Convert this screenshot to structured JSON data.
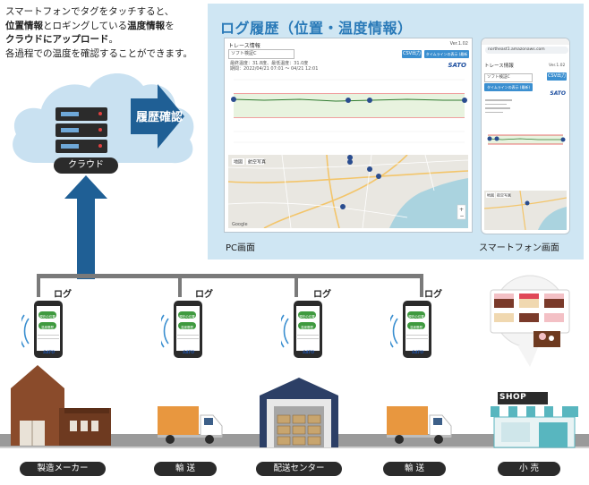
{
  "intro": {
    "line1": "スマートフォンでタグをタッチすると、",
    "line2a": "位置情報",
    "line2b": "とロギングしている",
    "line2c": "温度情報",
    "line2d": "を",
    "line3a": "クラウドにアップロード",
    "line3b": "。",
    "line4": "各過程での温度を確認することができます。"
  },
  "panel": {
    "title": "ログ履歴（位置・温度情報）",
    "pc_caption": "PC画面",
    "phone_caption": "スマートフォン画面"
  },
  "pc_screen": {
    "title": "トレース情報",
    "version": "Ver.1.02",
    "select_value": "ソフト検証C",
    "btn_csv": "CSV出力",
    "btn_timeline": "タイムラインの表示 (最新版)",
    "logo": "SATO",
    "info1": "最終温度：31.8度、最低温度：31.0度",
    "info2": "期間：2022/04/21 07:01 ～ 04/21 12:01",
    "map_tab1": "地図",
    "map_tab2": "航空写真",
    "map_google": "Google"
  },
  "phone_screen": {
    "url": "northeast1.amazonaws.com",
    "title": "トレース情報",
    "btn_csv": "CSV出力",
    "version": "Ver.1.02",
    "select_value": "ソフト検証C",
    "btn_timeline": "タイムラインの表示 (最新)",
    "logo": "SATO",
    "map_tab1": "地図",
    "map_tab2": "航空写真"
  },
  "cloud": {
    "label": "クラウド",
    "arrow_label": "履歴確認"
  },
  "devices": {
    "log_label": "ログ",
    "screen_btn1": "現在の位置",
    "screen_btn2": "温度履歴",
    "logo": "SATO"
  },
  "stages": [
    "製造メーカー",
    "輸 送",
    "配送センター",
    "輸 送",
    "小 売"
  ],
  "shop_sign": "SHOP",
  "colors": {
    "panel_bg": "#cfe6f3",
    "title_blue": "#2a7ab8",
    "arrow_blue": "#1f5f95",
    "cloud_blue": "#c9e1f1",
    "label_dark": "#2b2b2b",
    "truck_orange": "#e8973f",
    "shop_teal": "#58b6bf"
  }
}
